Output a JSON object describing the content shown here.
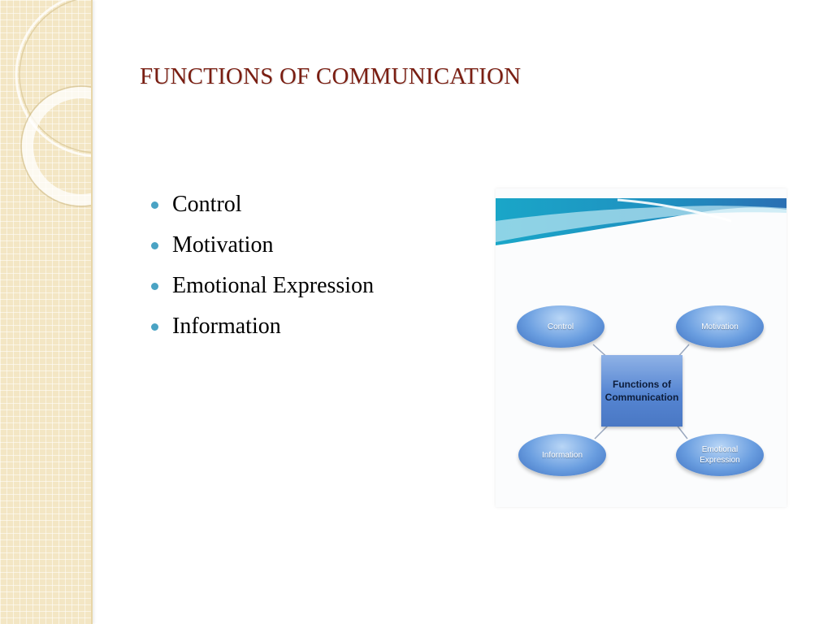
{
  "slide": {
    "title": "FUNCTIONS OF COMMUNICATION",
    "bullets": [
      "Control",
      "Motivation",
      "Emotional Expression",
      "Information"
    ]
  },
  "diagram": {
    "center_label": "Functions of Communication",
    "nodes": {
      "control": "Control",
      "motivation": "Motivation",
      "information": "Information",
      "emotional_expression": "Emotional Expression"
    }
  },
  "colors": {
    "title": "#7a1e12",
    "bullet": "#4aa3c4",
    "band": "#f3e6c4",
    "node_blue": "#5585d2"
  }
}
